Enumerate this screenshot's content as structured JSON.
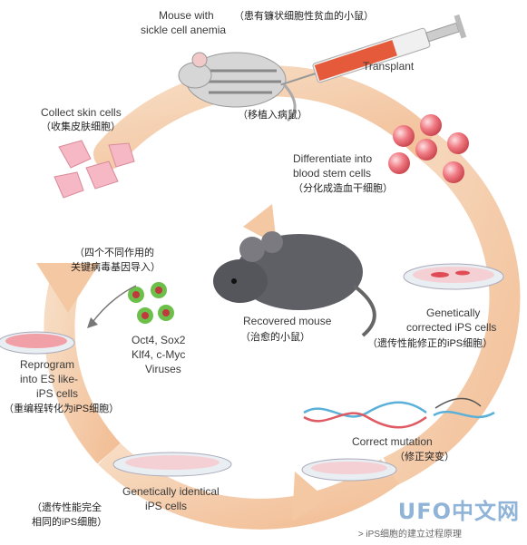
{
  "labels": {
    "mouse_sick_en1": "Mouse with",
    "mouse_sick_zh": "（患有镰状细胞性贫血的小鼠）",
    "mouse_sick_en2": "sickle cell anemia",
    "transplant_en": "Transplant",
    "transplant_zh": "（移植入病鼠）",
    "collect_en": "Collect skin cells",
    "collect_zh": "（收集皮肤细胞）",
    "diff_en1": "Differentiate into",
    "diff_en2": "blood stem cells",
    "diff_zh": "（分化成造血干细胞）",
    "virus_zh1": "（四个不同作用的",
    "virus_zh2": "关键病毒基因导入）",
    "factors1": "Oct4, Sox2",
    "factors2": "Klf4, c-Myc",
    "factors3": "Viruses",
    "recovered_en": "Recovered mouse",
    "recovered_zh": "（治愈的小鼠）",
    "corrected_en1": "Genetically",
    "corrected_en2": "corrected iPS cells",
    "corrected_zh": "（遗传性能修正的iPS细胞）",
    "reprog_en1": "Reprogram",
    "reprog_en2": "into ES like-",
    "reprog_en3": "iPS cells",
    "reprog_zh": "（重编程转化为iPS细胞）",
    "correct_mut_en": "Correct mutation",
    "correct_mut_zh": "（修正突变）",
    "identical_en1": "Genetically identical",
    "identical_en2": "iPS cells",
    "identical_zh1": "（遗传性能完全",
    "identical_zh2": "相同的iPS细胞）",
    "caption": "> iPS细胞的建立过程原理",
    "watermark": "UFO中文网"
  },
  "colors": {
    "arrow_band": "#f3c39a",
    "dish_liquid": "#f2a0a8",
    "red_cell": "#e8636a",
    "skin_cell": "#f5b8c4",
    "virus_green": "#6cc04a"
  }
}
